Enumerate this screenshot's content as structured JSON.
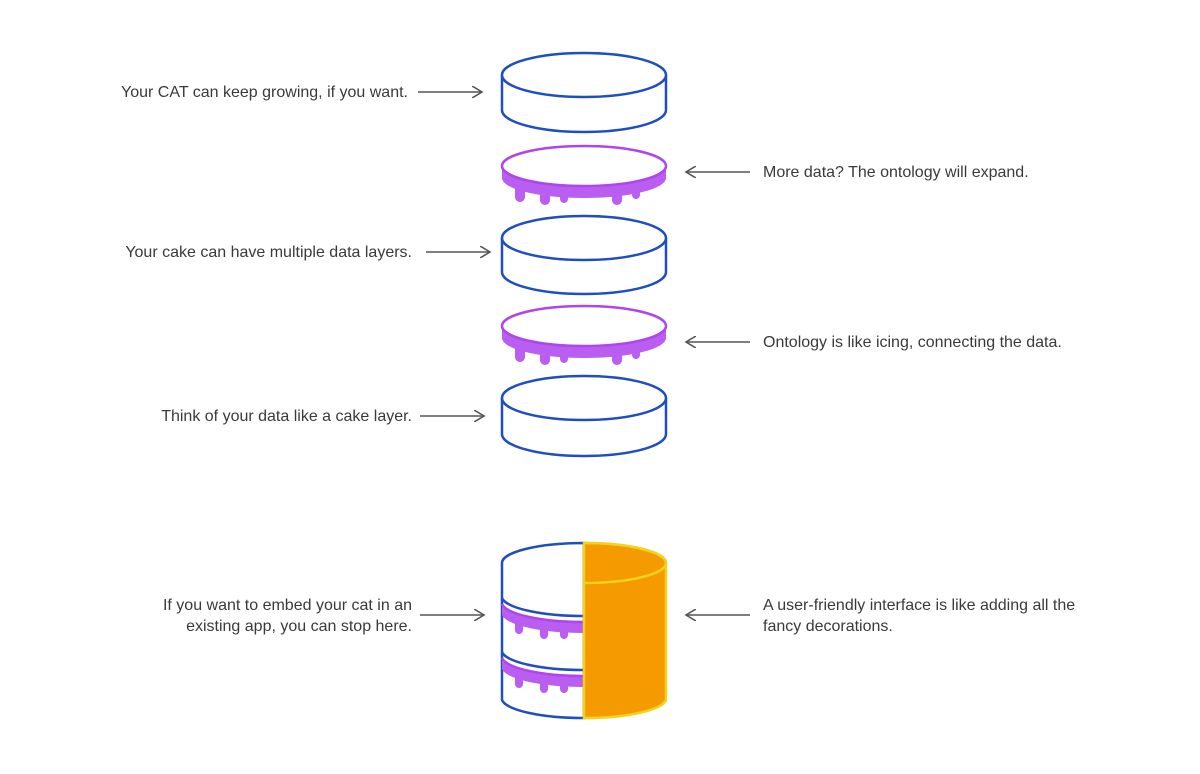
{
  "labels": {
    "cat_growing": "Your CAT can keep growing, if you want.",
    "more_data": "More data? The ontology will expand.",
    "multiple_layers": "Your cake can have multiple data layers.",
    "ontology_icing": "Ontology is like icing, connecting the data.",
    "cake_layer": "Think of your data like a cake layer.",
    "embed_line1": "If you want to embed your cat in an",
    "embed_line2": "existing app, you can stop here.",
    "interface_line1": "A user-friendly interface is like adding all the",
    "interface_line2": "fancy decorations."
  },
  "colors": {
    "cake_stroke": "#1f4fbf",
    "icing": "#b95ef0",
    "icing_stroke": "#b044ee",
    "decoration_fill": "#f59a00",
    "decoration_stroke": "#f2d21b",
    "arrow": "#555555"
  },
  "icons": [
    "cake-layer-icon",
    "icing-layer-icon",
    "cake-stack-icon",
    "arrow-right-icon",
    "arrow-left-icon"
  ]
}
